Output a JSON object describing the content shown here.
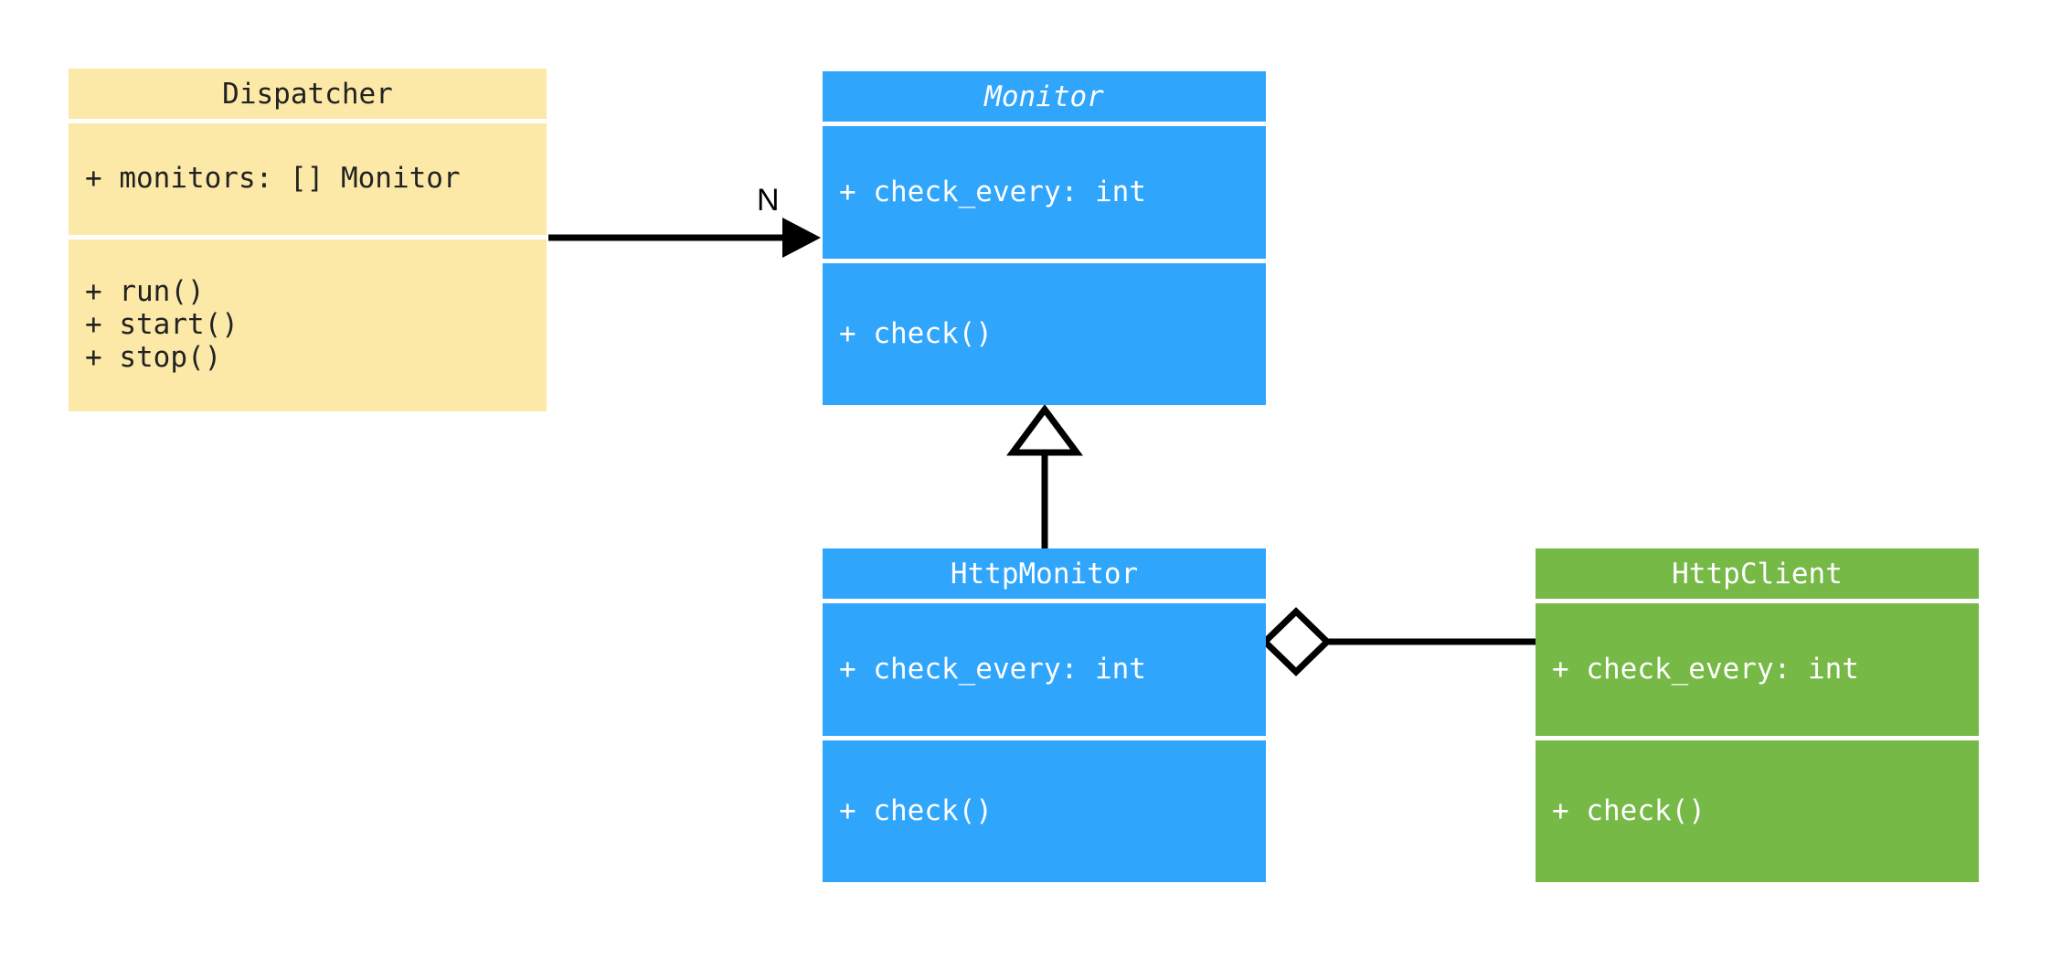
{
  "diagram": {
    "title": "UML Class Diagram",
    "background_color": "#ffffff"
  },
  "palette": {
    "yellow": "#fce9a8",
    "blue": "#30a5fc",
    "green": "#76b947",
    "line": "#000000",
    "header_text_dark": "#222222",
    "header_text_light": "#ffffff"
  },
  "classes": {
    "dispatcher": {
      "name": "Dispatcher",
      "is_abstract": false,
      "color": "#fce9a8",
      "attributes": [
        "+ monitors: [] Monitor"
      ],
      "methods": [
        "+ run()",
        "+ start()",
        "+ stop()"
      ]
    },
    "monitor": {
      "name": "Monitor",
      "is_abstract": true,
      "color": "#30a5fc",
      "attributes": [
        "+ check_every: int"
      ],
      "methods": [
        "+ check()"
      ]
    },
    "http_monitor": {
      "name": "HttpMonitor",
      "is_abstract": false,
      "color": "#30a5fc",
      "attributes": [
        "+ check_every: int"
      ],
      "methods": [
        "+ check()"
      ]
    },
    "http_client": {
      "name": "HttpClient",
      "is_abstract": false,
      "color": "#76b947",
      "attributes": [
        "+ check_every: int"
      ],
      "methods": [
        "+ check()"
      ]
    }
  },
  "relationships": {
    "dispatcher_to_monitor": {
      "type": "association",
      "from": "Dispatcher",
      "to": "Monitor",
      "multiplicity_label": "N",
      "arrow_head": "solid-arrow"
    },
    "http_monitor_to_monitor": {
      "type": "generalization",
      "from": "HttpMonitor",
      "to": "Monitor",
      "multiplicity_label": "",
      "arrow_head": "hollow-triangle"
    },
    "http_monitor_to_http_client": {
      "type": "aggregation",
      "from": "HttpMonitor",
      "to": "HttpClient",
      "multiplicity_label": "",
      "arrow_head": "hollow-diamond"
    }
  }
}
